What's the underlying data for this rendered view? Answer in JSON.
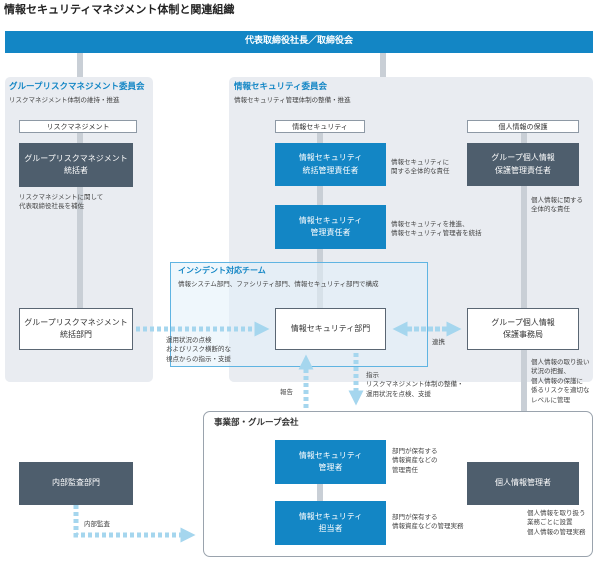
{
  "title": "情報セキュリティマネジメント体制と関連組織",
  "top": "代表取締役社長／取締役会",
  "left_panel": {
    "title": "グループリスクマネジメント委員会",
    "subtitle": "リスクマネジメント体制の維持・推進",
    "tag": "リスクマネジメント",
    "box1": [
      "グループリスクマネジメント",
      "統括者"
    ],
    "note1": [
      "リスクマネジメントに関して",
      "代表取締役社長を補佐"
    ],
    "box2": [
      "グループリスクマネジメント",
      "統括部門"
    ]
  },
  "right_panel": {
    "title": "情報セキュリティ委員会",
    "subtitle": "情報セキュリティ管理体制の整備・推進",
    "tag_security": "情報セキュリティ",
    "tag_privacy": "個人情報の保護",
    "box_cso": [
      "情報セキュリティ",
      "統括管理責任者"
    ],
    "note_cso": [
      "情報セキュリティに",
      "関する全体的な責任"
    ],
    "box_sm": [
      "情報セキュリティ",
      "管理責任者"
    ],
    "note_sm": [
      "情報セキュリティを推進、",
      "情報セキュリティ管理者を統括"
    ],
    "box_privacy": [
      "グループ個人情報",
      "保護管理責任者"
    ],
    "note_privacy": [
      "個人情報に関する",
      "全体的な責任"
    ]
  },
  "incident": {
    "title": "インシデント対応チーム",
    "subtitle": "情報システム部門、ファシリティ部門、情報セキュリティ部門で構成",
    "dept": "情報セキュリティ部門"
  },
  "privacy_office": [
    "グループ個人情報",
    "保護事務局"
  ],
  "note_privacy_office": [
    "個人情報の取り扱い",
    "状況の把握、",
    "個人情報の保護に",
    "係るリスクを適切な",
    "レベルに管理"
  ],
  "arrow_labels": {
    "left_to_dept": [
      "運用状況の点検",
      "およびリスク横断的な",
      "視点からの指示・支援"
    ],
    "renkei": "連携",
    "report": "報告",
    "instruction": [
      "指示",
      "リスクマネジメント体制の整備・",
      "運用状況を点検、支援"
    ],
    "audit": "内部監査"
  },
  "division": {
    "title": "事業部・グループ会社",
    "box_manager": [
      "情報セキュリティ",
      "管理者"
    ],
    "note_manager": [
      "部門が保有する",
      "情報資産などの",
      "管理責任"
    ],
    "box_staff": [
      "情報セキュリティ",
      "担当者"
    ],
    "note_staff": [
      "部門が保有する",
      "情報資産などの管理実務"
    ],
    "box_privacy_mgr": "個人情報管理者",
    "note_privacy_mgr": [
      "業務ごとに設置",
      "個人情報の管理実務"
    ],
    "note_privacy_mgr_top": "個人情報を取り扱う"
  },
  "audit_dept": "内部監査部門",
  "colors": {
    "blue": "#1386c5",
    "gray": "#4e5e6d",
    "panel": "#e9ecf1",
    "dots": "#a5d6ee"
  }
}
